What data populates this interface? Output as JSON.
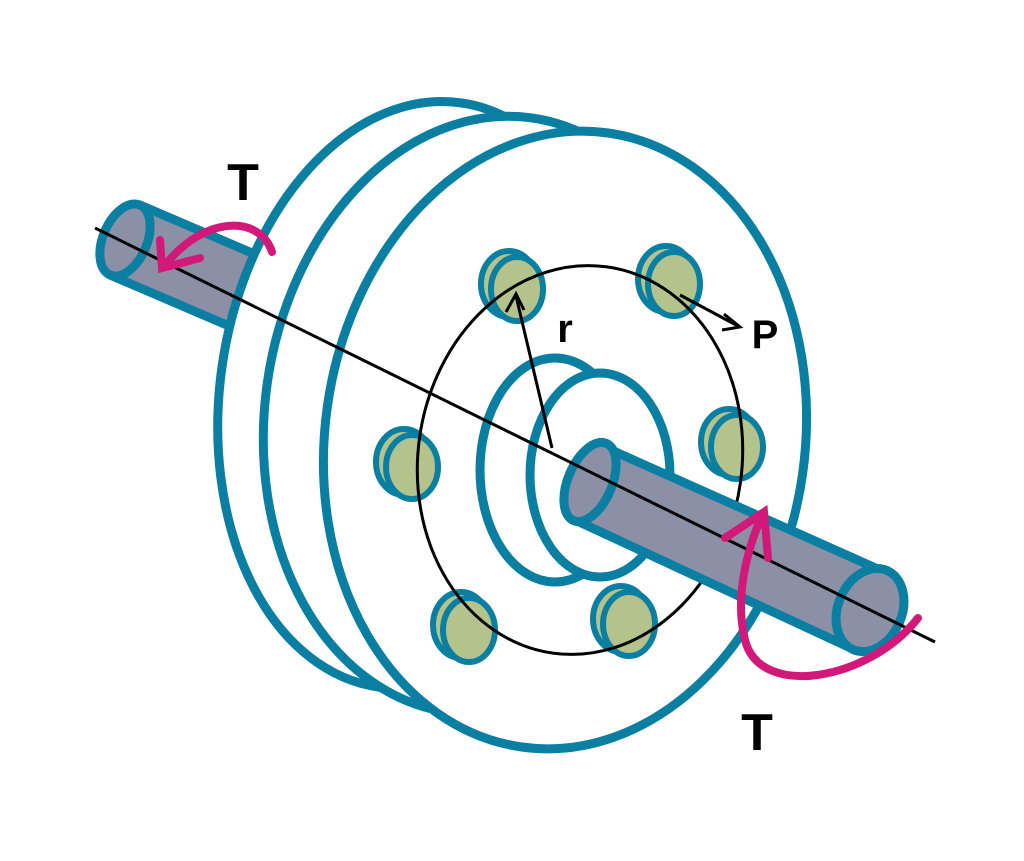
{
  "labels": {
    "torque_left": "T",
    "torque_right": "T",
    "radius": "r",
    "force": "P"
  },
  "colors": {
    "outline": "#0a7fa2",
    "shaft": "#8c90a6",
    "bolt": "#b4c28c",
    "torque_arrow": "#d2197a",
    "axis": "#000000"
  },
  "bolts_count": 6
}
